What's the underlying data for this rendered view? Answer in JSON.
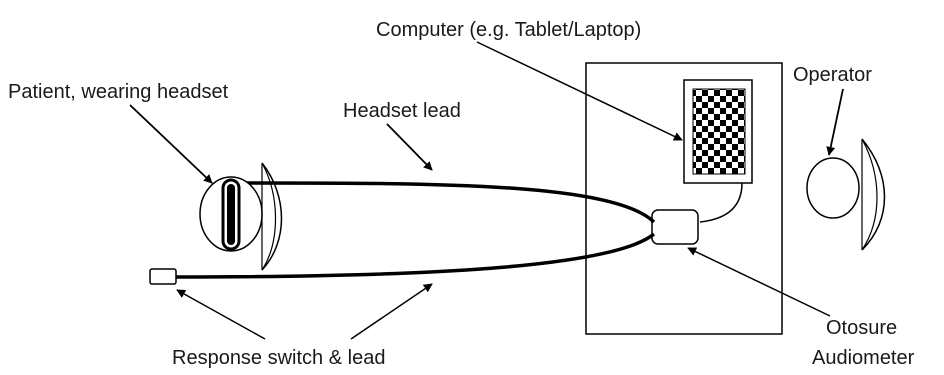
{
  "labels": {
    "computer": "Computer (e.g. Tablet/Laptop)",
    "patient": "Patient, wearing headset",
    "headset_lead": "Headset lead",
    "operator": "Operator",
    "response_switch": "Response switch & lead",
    "otosure_line1": "Otosure",
    "otosure_line2": "Audiometer"
  },
  "colors": {
    "stroke": "#000000",
    "background": "#ffffff"
  }
}
